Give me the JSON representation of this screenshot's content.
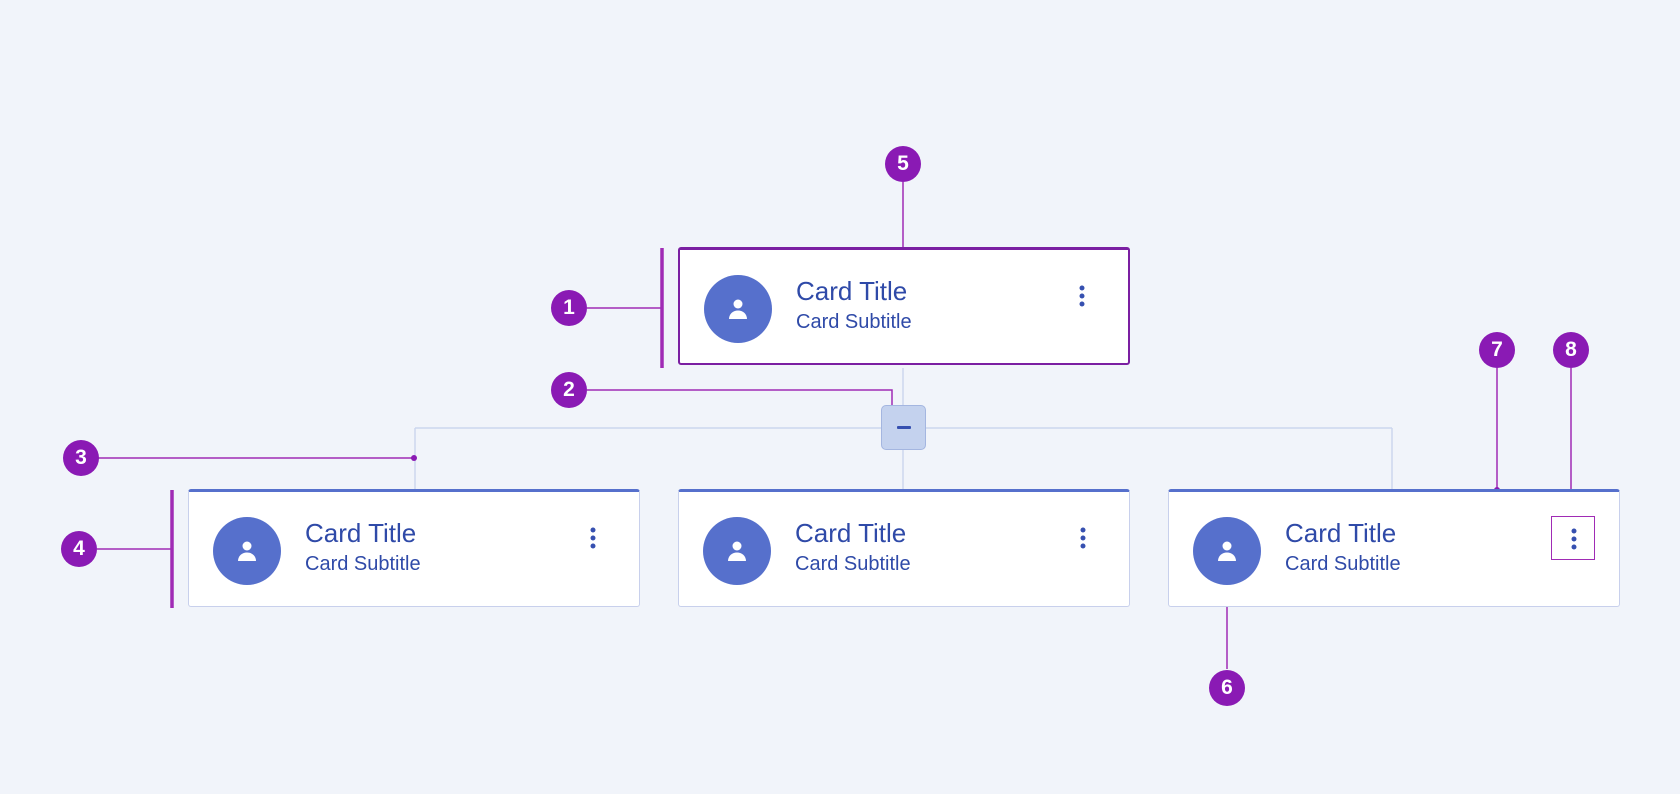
{
  "colors": {
    "background": "#f1f4fa",
    "card_accent": "#5670cc",
    "card_text": "#2f4aa8",
    "connector": "#ccd6ee",
    "annotation": "#8a1ab4"
  },
  "icons": {
    "avatar": "person-icon",
    "menu": "more-vertical-icon",
    "collapse": "minus-icon"
  },
  "cards": [
    {
      "title": "Card Title",
      "subtitle": "Card Subtitle"
    },
    {
      "title": "Card Title",
      "subtitle": "Card Subtitle"
    },
    {
      "title": "Card Title",
      "subtitle": "Card Subtitle"
    },
    {
      "title": "Card Title",
      "subtitle": "Card Subtitle"
    }
  ],
  "markers": [
    "1",
    "2",
    "3",
    "4",
    "5",
    "6",
    "7",
    "8"
  ]
}
